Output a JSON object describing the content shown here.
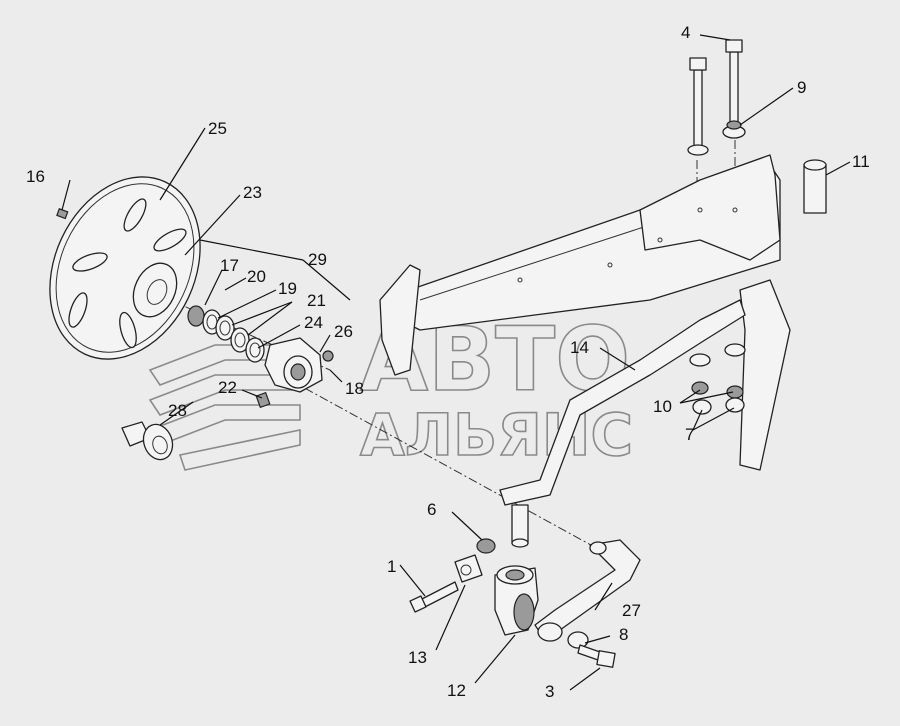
{
  "watermark": {
    "line1": "АВТО",
    "line2": "АЛЬЯНС"
  },
  "callouts": [
    {
      "id": "1",
      "label": "1"
    },
    {
      "id": "3",
      "label": "3"
    },
    {
      "id": "4",
      "label": "4"
    },
    {
      "id": "6",
      "label": "6"
    },
    {
      "id": "7",
      "label": "7"
    },
    {
      "id": "8",
      "label": "8"
    },
    {
      "id": "9",
      "label": "9"
    },
    {
      "id": "10",
      "label": "10"
    },
    {
      "id": "11",
      "label": "11"
    },
    {
      "id": "12",
      "label": "12"
    },
    {
      "id": "13",
      "label": "13"
    },
    {
      "id": "14",
      "label": "14"
    },
    {
      "id": "16",
      "label": "16"
    },
    {
      "id": "17",
      "label": "17"
    },
    {
      "id": "18",
      "label": "18"
    },
    {
      "id": "19",
      "label": "19"
    },
    {
      "id": "20",
      "label": "20"
    },
    {
      "id": "21",
      "label": "21"
    },
    {
      "id": "22",
      "label": "22"
    },
    {
      "id": "23",
      "label": "23"
    },
    {
      "id": "24",
      "label": "24"
    },
    {
      "id": "25",
      "label": "25"
    },
    {
      "id": "26",
      "label": "26"
    },
    {
      "id": "27",
      "label": "27"
    },
    {
      "id": "28",
      "label": "28"
    },
    {
      "id": "29",
      "label": "29"
    }
  ],
  "colors": {
    "background": "#ececec",
    "line": "#222222",
    "watermark": "#8a8a8a"
  }
}
